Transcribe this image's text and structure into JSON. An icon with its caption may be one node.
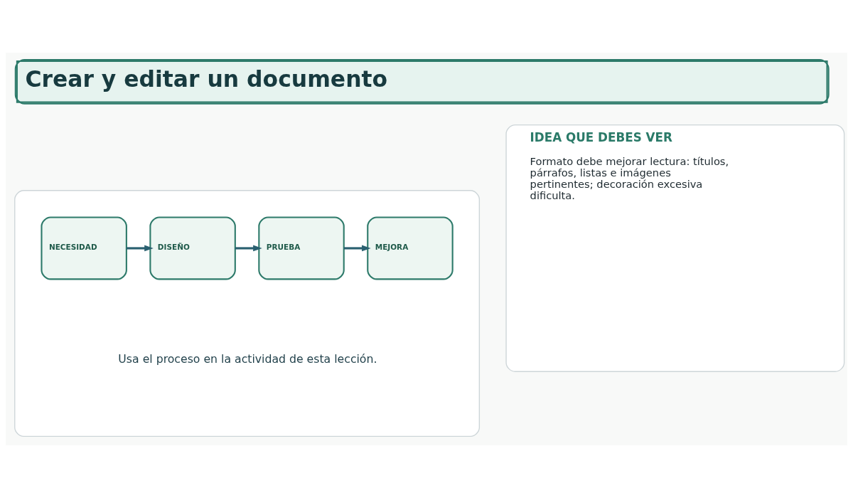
{
  "diagram": {
    "title": "Crear y editar un documento",
    "nodes": [
      {
        "text": [
          "Usa el proceso en la actividad de esta lección."
        ]
      },
      {
        "text": [
          "NECESIDAD"
        ],
        "in": 0
      },
      {
        "text": [
          "DISEÑO"
        ],
        "in": 0
      },
      {
        "text": [
          "PRUEBA"
        ],
        "in": 0
      },
      {
        "text": [
          "MEJORA"
        ],
        "in": 0
      },
      {
        "text": [
          "IDEA QUE DEBES VER",
          "Formato debe mejorar lectura: títulos, párrafos, listas e imágenes pertinentes; decoración excesiva dificulta."
        ]
      }
    ],
    "edges": [
      {
        "from": 1,
        "to": 2,
        "arrow": "to"
      },
      {
        "from": 2,
        "to": 3,
        "arrow": "to"
      },
      {
        "from": 3,
        "to": 4,
        "arrow": "to"
      }
    ]
  }
}
